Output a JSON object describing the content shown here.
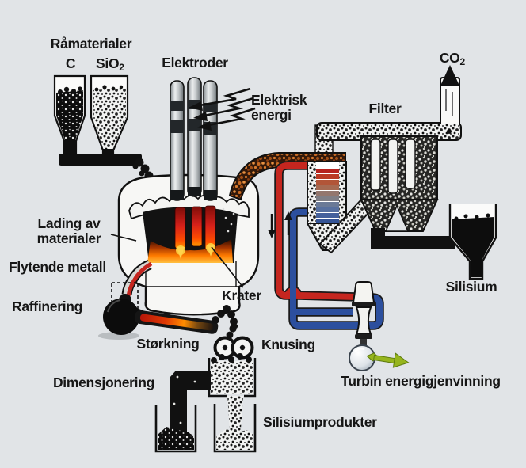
{
  "diagram": {
    "type": "process-flow-illustration",
    "subject": "Silicon production furnace process"
  },
  "labels": {
    "raw_materials": "Råmaterialer",
    "carbon": "C",
    "quartz_main": "SiO",
    "quartz_sub": "2",
    "electrodes": "Elektroder",
    "electric_energy_line1": "Elektrisk",
    "electric_energy_line2": "energi",
    "co2_main": "CO",
    "co2_sub": "2",
    "filter": "Filter",
    "charging_line1": "Lading av",
    "charging_line2": "materialer",
    "liquid_metal": "Flytende metall",
    "crater": "Krater",
    "refining": "Raffinering",
    "solidification": "Størkning",
    "crushing": "Knusing",
    "sizing": "Dimensjonering",
    "silicon": "Silisium",
    "turbine_energy_recovery": "Turbin energigjenvinning",
    "silicon_products": "Silisiumprodukter"
  },
  "colors": {
    "background": "#e1e4e7",
    "ink": "#161616",
    "hot_pipe_red": "#c5261f",
    "cold_pipe_blue": "#2c4f9e",
    "molten_metal_orange": "#ff7b00",
    "electrode_tip_red": "#d6201a",
    "energy_arrow_green": "#96b51d",
    "electrode_gray": "#b9bfc3"
  }
}
